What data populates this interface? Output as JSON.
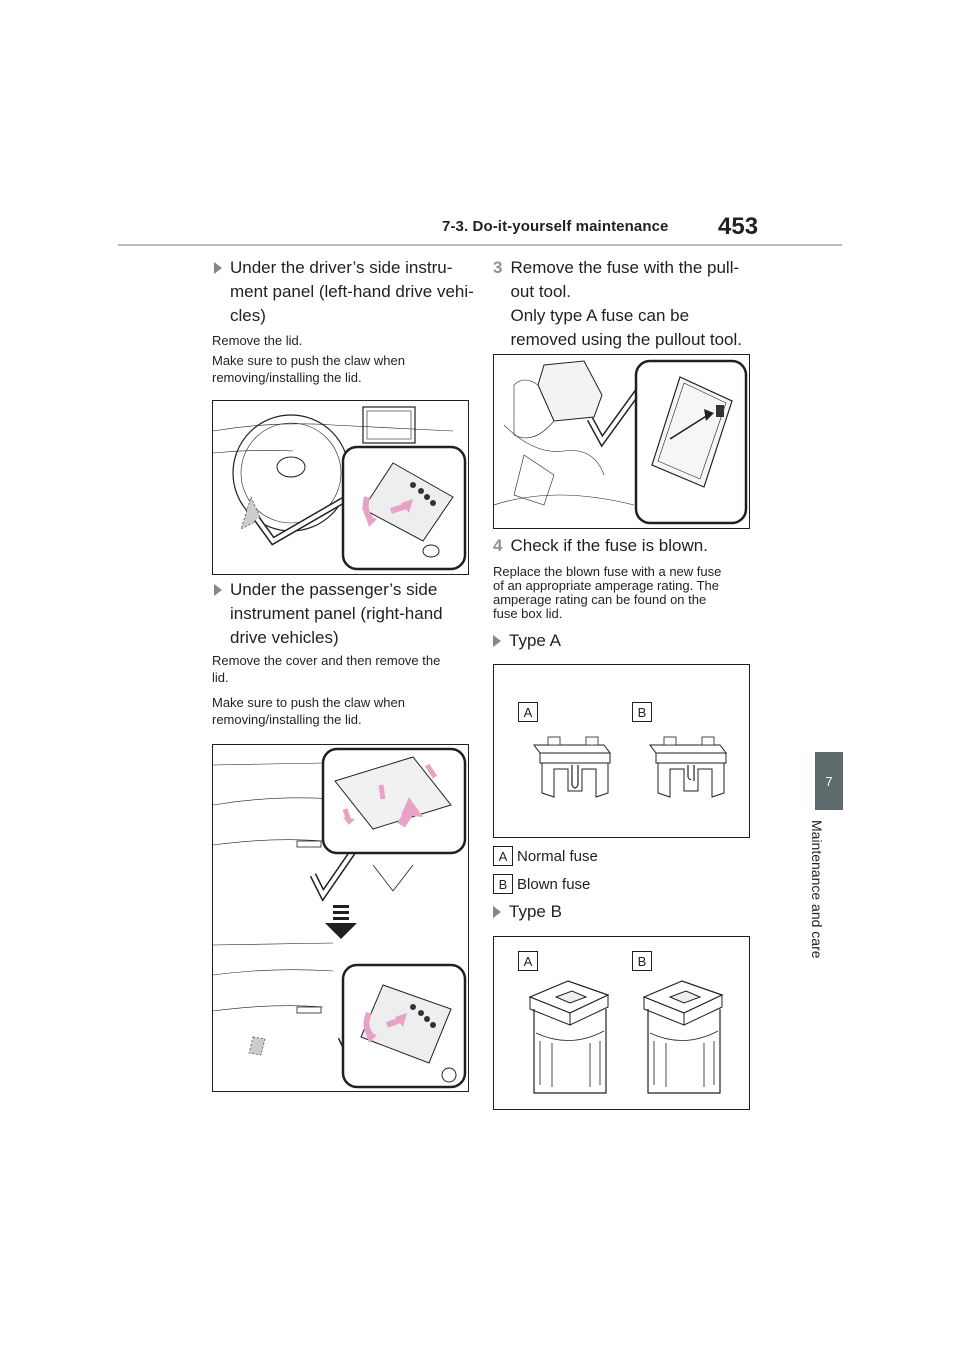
{
  "header": {
    "section_title": "7-3. Do-it-yourself maintenance",
    "page_number": "453"
  },
  "side_tab": {
    "chapter_number": "7",
    "chapter_title": "Maintenance and care"
  },
  "left": {
    "bullet1": "Under the driver’s side instru-ment panel (left-hand drive vehi-cles)",
    "bullet1_lines": [
      "Under the driver’s side instru-",
      "ment panel (left-hand drive vehi-",
      "cles)"
    ],
    "p1": "Remove the lid.",
    "p2_lines": [
      "Make sure to push the claw when",
      "removing/installing the lid."
    ],
    "bullet2_lines": [
      "Under the passenger’s side",
      "instrument panel (right-hand",
      "drive vehicles)"
    ],
    "p3_lines": [
      "Remove the cover and then remove the",
      "lid."
    ],
    "p4_lines": [
      "Make sure to push the claw when",
      "removing/installing the lid."
    ]
  },
  "right": {
    "step3_num": "3",
    "step3_lines": [
      "Remove the fuse with the pull-",
      "out tool.",
      "Only type A fuse can be",
      "removed using the pullout tool."
    ],
    "step4_num": "4",
    "step4": "Check if the fuse is blown.",
    "p_lines": [
      "Replace the blown fuse with a new fuse",
      "of an appropriate amperage rating. The",
      "amperage rating can be found on the",
      "fuse box lid."
    ],
    "typeA": "Type A",
    "typeB": "Type B",
    "label_a": "A",
    "label_b": "B",
    "legend_a": "Normal fuse",
    "legend_b": "Blown fuse"
  },
  "colors": {
    "tab_bg": "#5e6b6d",
    "bullet": "#808a8c",
    "arrow_pink": "#e7a3c6",
    "rule": "#b9bcbd"
  }
}
